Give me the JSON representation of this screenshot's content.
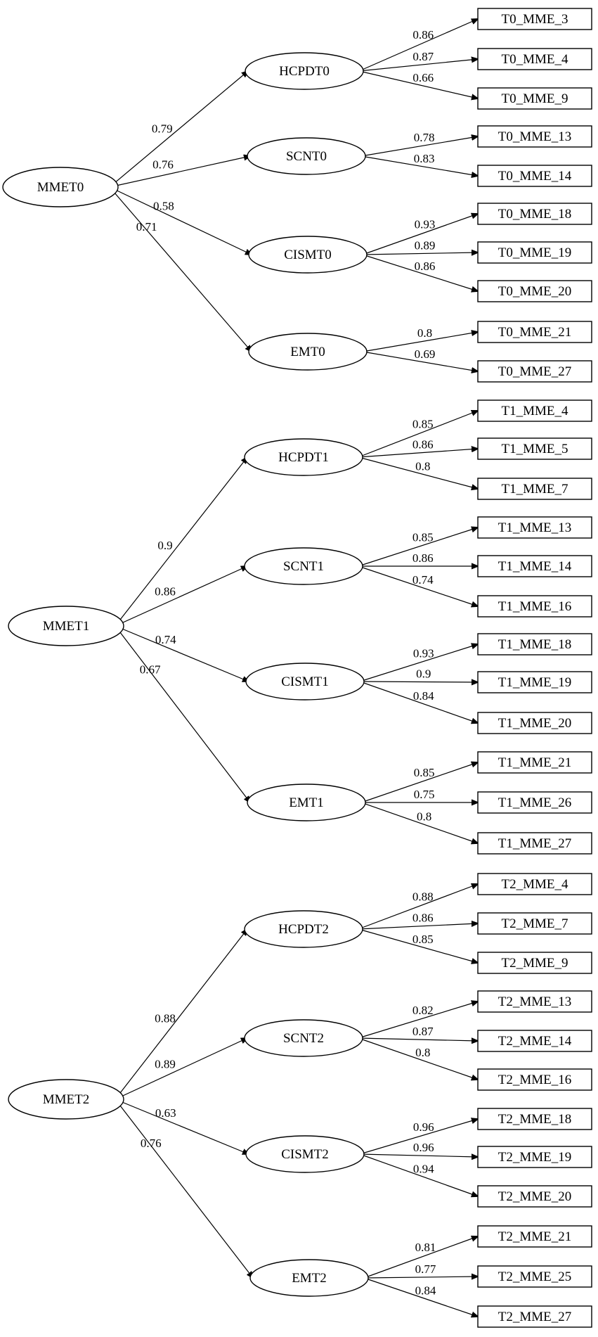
{
  "diagram": {
    "groups": [
      {
        "root": "MMET0",
        "factors": [
          {
            "name": "HCPDT0",
            "loading": "0.79",
            "items": [
              {
                "name": "T0_MME_3",
                "loading": "0.86"
              },
              {
                "name": "T0_MME_4",
                "loading": "0.87"
              },
              {
                "name": "T0_MME_9",
                "loading": "0.66"
              }
            ]
          },
          {
            "name": "SCNT0",
            "loading": "0.76",
            "items": [
              {
                "name": "T0_MME_13",
                "loading": "0.78"
              },
              {
                "name": "T0_MME_14",
                "loading": "0.83"
              }
            ]
          },
          {
            "name": "CISMT0",
            "loading": "0.58",
            "items": [
              {
                "name": "T0_MME_18",
                "loading": "0.93"
              },
              {
                "name": "T0_MME_19",
                "loading": "0.89"
              },
              {
                "name": "T0_MME_20",
                "loading": "0.86"
              }
            ]
          },
          {
            "name": "EMT0",
            "loading": "0.71",
            "items": [
              {
                "name": "T0_MME_21",
                "loading": "0.8"
              },
              {
                "name": "T0_MME_27",
                "loading": "0.69"
              }
            ]
          }
        ]
      },
      {
        "root": "MMET1",
        "factors": [
          {
            "name": "HCPDT1",
            "loading": "0.9",
            "items": [
              {
                "name": "T1_MME_4",
                "loading": "0.85"
              },
              {
                "name": "T1_MME_5",
                "loading": "0.86"
              },
              {
                "name": "T1_MME_7",
                "loading": "0.8"
              }
            ]
          },
          {
            "name": "SCNT1",
            "loading": "0.86",
            "items": [
              {
                "name": "T1_MME_13",
                "loading": "0.85"
              },
              {
                "name": "T1_MME_14",
                "loading": "0.86"
              },
              {
                "name": "T1_MME_16",
                "loading": "0.74"
              }
            ]
          },
          {
            "name": "CISMT1",
            "loading": "0.74",
            "items": [
              {
                "name": "T1_MME_18",
                "loading": "0.93"
              },
              {
                "name": "T1_MME_19",
                "loading": "0.9"
              },
              {
                "name": "T1_MME_20",
                "loading": "0.84"
              }
            ]
          },
          {
            "name": "EMT1",
            "loading": "0.67",
            "items": [
              {
                "name": "T1_MME_21",
                "loading": "0.85"
              },
              {
                "name": "T1_MME_26",
                "loading": "0.75"
              },
              {
                "name": "T1_MME_27",
                "loading": "0.8"
              }
            ]
          }
        ]
      },
      {
        "root": "MMET2",
        "factors": [
          {
            "name": "HCPDT2",
            "loading": "0.88",
            "items": [
              {
                "name": "T2_MME_4",
                "loading": "0.88"
              },
              {
                "name": "T2_MME_7",
                "loading": "0.86"
              },
              {
                "name": "T2_MME_9",
                "loading": "0.85"
              }
            ]
          },
          {
            "name": "SCNT2",
            "loading": "0.89",
            "items": [
              {
                "name": "T2_MME_13",
                "loading": "0.82"
              },
              {
                "name": "T2_MME_14",
                "loading": "0.87"
              },
              {
                "name": "T2_MME_16",
                "loading": "0.8"
              }
            ]
          },
          {
            "name": "CISMT2",
            "loading": "0.63",
            "items": [
              {
                "name": "T2_MME_18",
                "loading": "0.96"
              },
              {
                "name": "T2_MME_19",
                "loading": "0.96"
              },
              {
                "name": "T2_MME_20",
                "loading": "0.94"
              }
            ]
          },
          {
            "name": "EMT2",
            "loading": "0.76",
            "items": [
              {
                "name": "T2_MME_21",
                "loading": "0.81"
              },
              {
                "name": "T2_MME_25",
                "loading": "0.77"
              },
              {
                "name": "T2_MME_27",
                "loading": "0.84"
              }
            ]
          }
        ]
      }
    ]
  }
}
